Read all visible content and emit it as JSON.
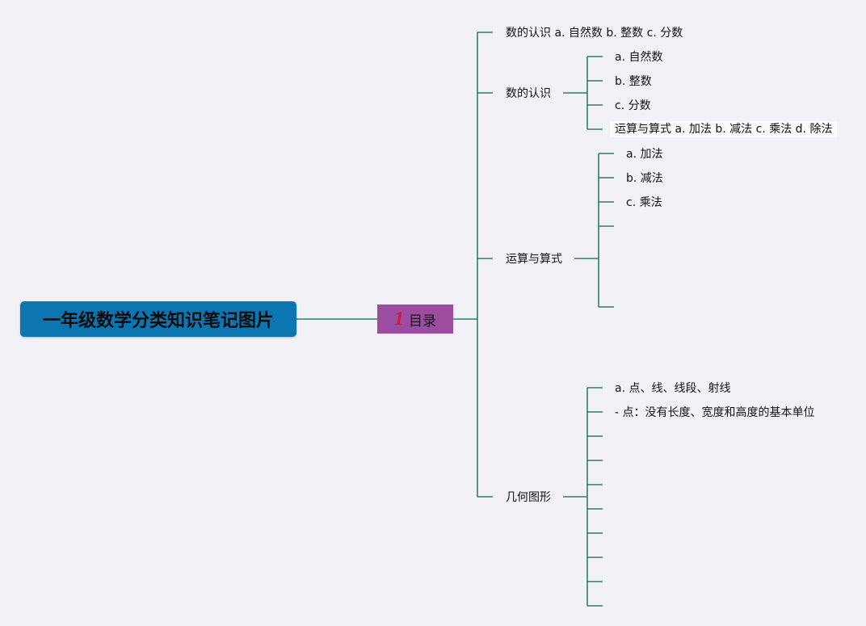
{
  "colors": {
    "background": "#f3f1f8",
    "connector": "#2e7d6b",
    "root_fill": "#0c76b3",
    "toc_fill": "#9b4da0",
    "toc_number": "#d8163b"
  },
  "root": {
    "label": "一年级数学分类知识笔记图片"
  },
  "toc": {
    "number": "1",
    "label": "目录"
  },
  "branches": {
    "summary_number_recognition": "数的认识 a. 自然数 b. 整数 c. 分数",
    "number_recognition": {
      "label": "数的认识",
      "children": [
        "a. 自然数",
        "b. 整数",
        "c. 分数",
        "运算与算式 a. 加法 b. 减法 c. 乘法 d. 除法"
      ]
    },
    "operations": {
      "label": "运算与算式",
      "children": [
        "a. 加法",
        "b. 减法",
        "c. 乘法"
      ]
    },
    "geometry": {
      "label": "几何图形",
      "children": [
        "a. 点、线、线段、射线",
        "- 点：没有长度、宽度和高度的基本单位"
      ]
    }
  }
}
